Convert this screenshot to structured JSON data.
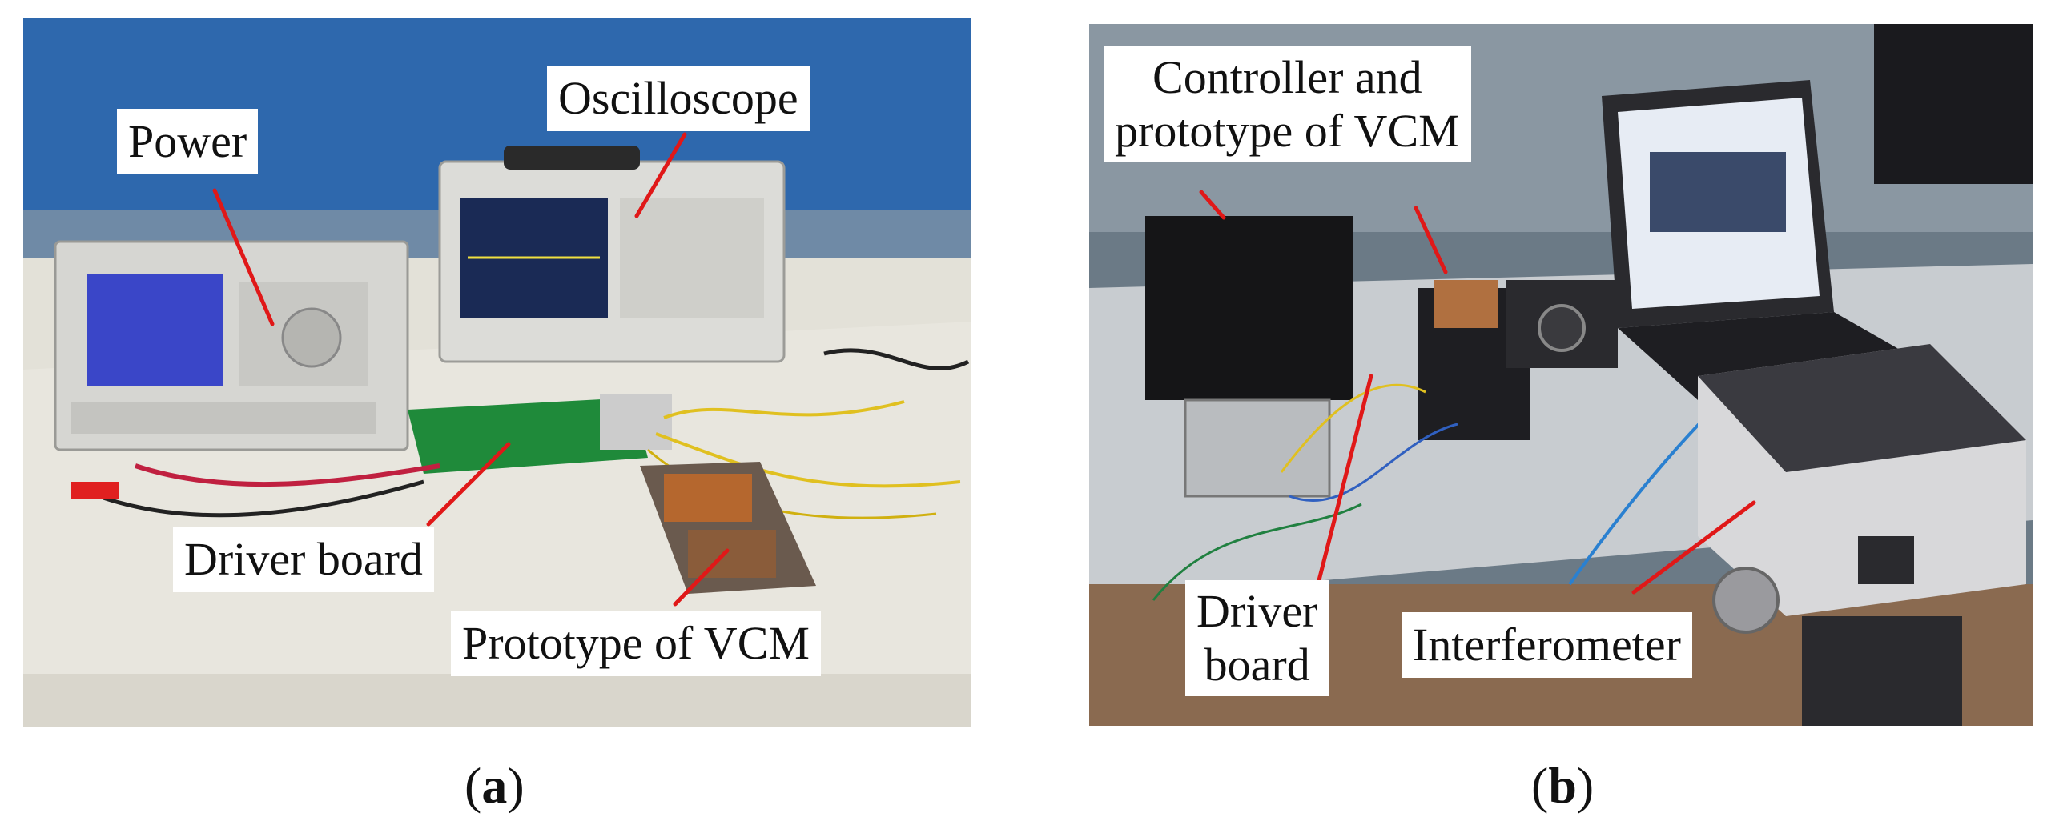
{
  "panel_a": {
    "labels": {
      "power": "Power",
      "oscilloscope": "Oscilloscope",
      "driver_board": "Driver board",
      "prototype": "Prototype of VCM"
    },
    "caption": {
      "open": "(",
      "letter": "a",
      "close": ")"
    }
  },
  "panel_b": {
    "labels": {
      "controller_line1": "Controller and",
      "controller_line2": "prototype of VCM",
      "driver_line1": "Driver",
      "driver_line2": "board",
      "interferometer": "Interferometer"
    },
    "caption": {
      "open": "(",
      "letter": "b",
      "close": ")"
    }
  },
  "colors": {
    "arrow": "#e01818",
    "wall_blue": "#2a6bb0",
    "table": "#e6e4dc"
  }
}
